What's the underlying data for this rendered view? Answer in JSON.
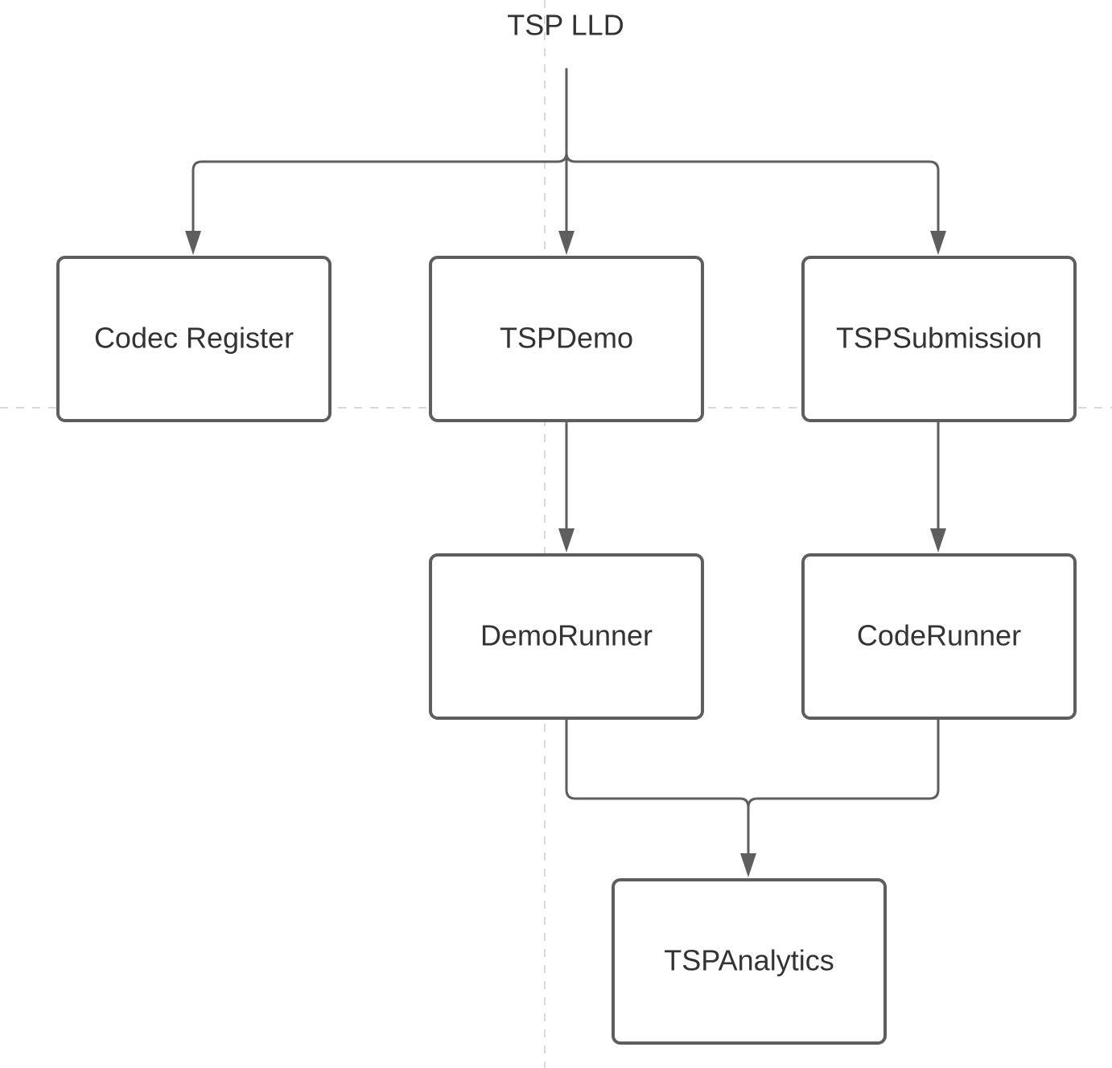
{
  "diagram": {
    "title": "TSP LLD",
    "nodes": {
      "codec_register": "Codec Register",
      "tsp_demo": "TSPDemo",
      "tsp_submission": "TSPSubmission",
      "demo_runner": "DemoRunner",
      "code_runner": "CodeRunner",
      "tsp_analytics": "TSPAnalytics"
    },
    "edges": [
      {
        "from": "TSP LLD",
        "to": "Codec Register"
      },
      {
        "from": "TSP LLD",
        "to": "TSPDemo"
      },
      {
        "from": "TSP LLD",
        "to": "TSPSubmission"
      },
      {
        "from": "TSPDemo",
        "to": "DemoRunner"
      },
      {
        "from": "TSPSubmission",
        "to": "CodeRunner"
      },
      {
        "from": "DemoRunner",
        "to": "TSPAnalytics"
      },
      {
        "from": "CodeRunner",
        "to": "TSPAnalytics"
      }
    ]
  },
  "colors": {
    "stroke": "#5e5e5e",
    "text": "#333333",
    "guide": "#d9d9d9",
    "background": "#ffffff"
  }
}
